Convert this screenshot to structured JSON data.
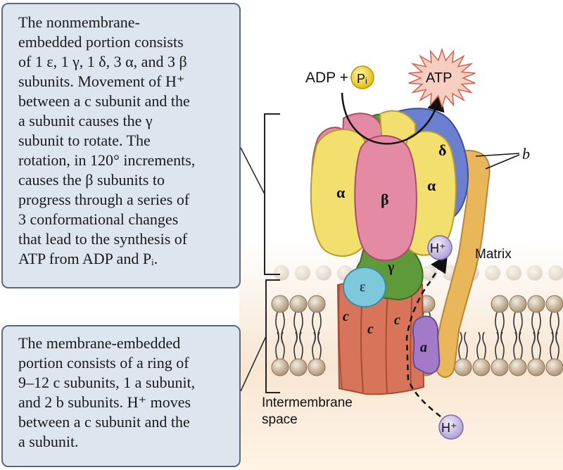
{
  "callout_top": {
    "lines": [
      "The nonmembrane-",
      "embedded portion consists",
      "of 1 ε, 1 γ, 1 δ, 3 α, and 3 β",
      "subunits. Movement of H⁺",
      "between a c subunit and the",
      "a subunit causes the γ",
      "subunit to rotate. The",
      "rotation, in 120° increments,",
      "causes the β subunits to",
      "progress through a series of",
      "3 conformational changes",
      "that lead to the synthesis of",
      "ATP from ADP and Pᵢ."
    ]
  },
  "callout_bottom": {
    "lines": [
      "The membrane-embedded",
      "portion consists of a ring of",
      "9–12 c subunits, 1 a subunit,",
      "and 2 b subunits. H⁺ moves",
      "between a c subunit and the",
      "a subunit."
    ]
  },
  "labels": {
    "adp": "ADP +",
    "pi": "Pᵢ",
    "atp": "ATP",
    "alpha": "α",
    "beta": "β",
    "gamma": "γ",
    "delta": "δ",
    "epsilon": "ε",
    "c": "c",
    "a": "a",
    "b": "b",
    "h_plus": "H⁺",
    "matrix": "Matrix",
    "intermembrane_line1": "Intermembrane",
    "intermembrane_line2": "space"
  },
  "colors": {
    "callout_bg": "#dde6ef",
    "alpha": "#f2df6e",
    "beta": "#e48aa4",
    "gamma": "#5f9a3a",
    "delta": "#6b7fd0",
    "epsilon": "#7ec8dc",
    "c_ring": "#d8745a",
    "a_subunit": "#a37ac8",
    "b_stalk": "#e8b458",
    "pi_ball": "#f5d327",
    "h_ball": "#c9c0e8",
    "atp_star": "#f7cfc2"
  }
}
